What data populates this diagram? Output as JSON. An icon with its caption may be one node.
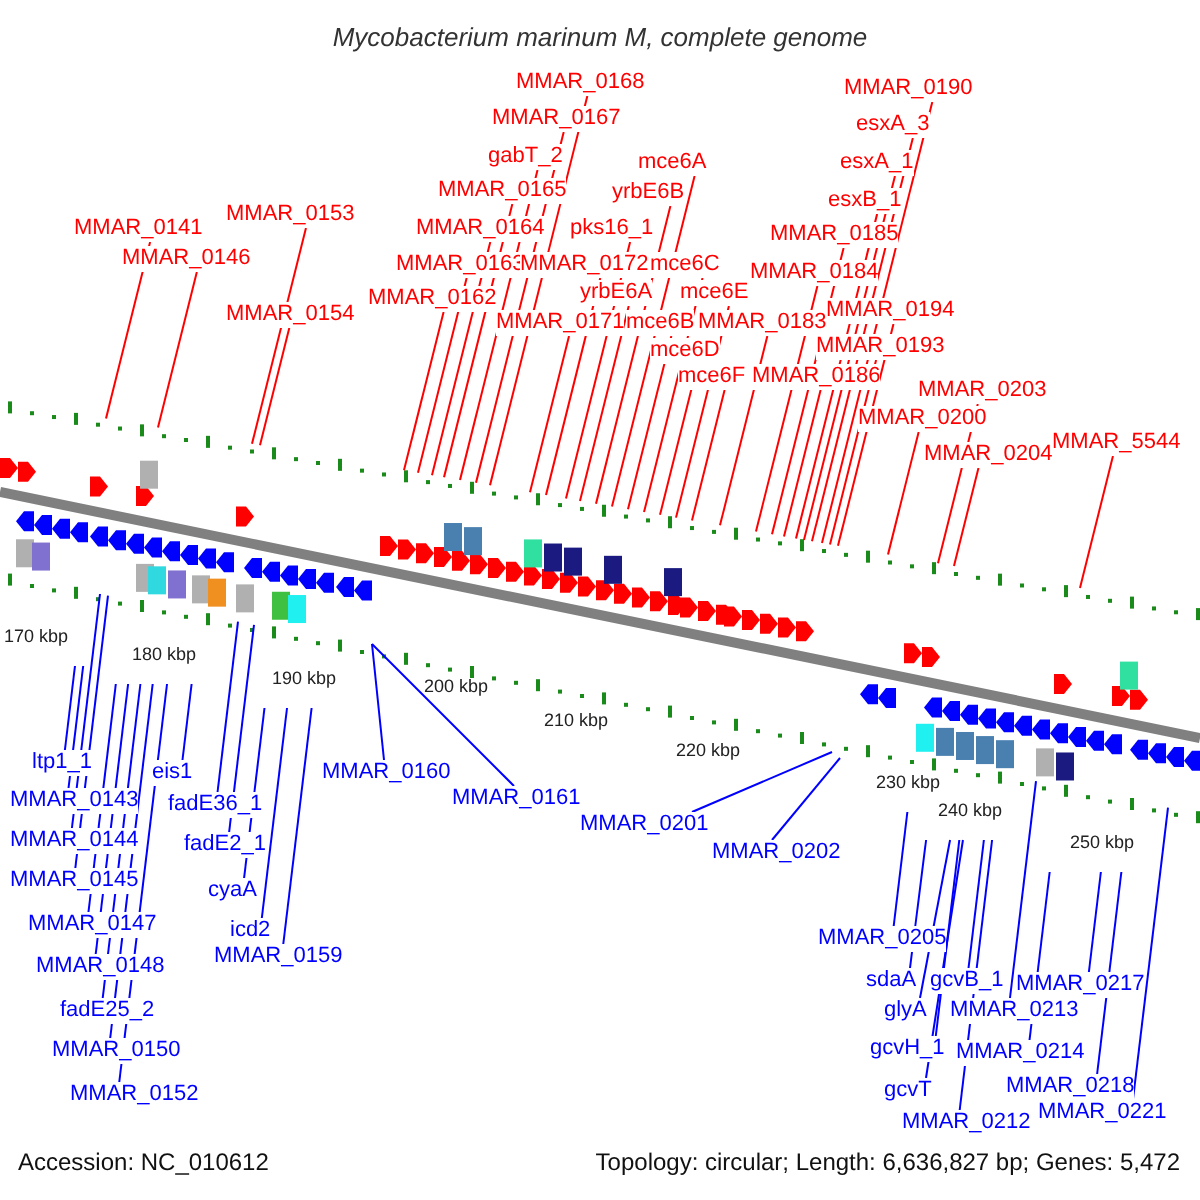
{
  "diagram": {
    "title": "Mycobacterium marinum M, complete genome",
    "nodes": [
      {
        "text": [
          "MMAR_0168"
        ]
      },
      {
        "text": [
          "MMAR_0190"
        ]
      },
      {
        "text": [
          "MMAR_0167"
        ]
      },
      {
        "text": [
          "esxA_3"
        ]
      },
      {
        "text": [
          "gabT_2"
        ]
      },
      {
        "text": [
          "mce6A"
        ]
      },
      {
        "text": [
          "esxA_1"
        ]
      },
      {
        "text": [
          "MMAR_0165"
        ]
      },
      {
        "text": [
          "yrbE6B"
        ]
      },
      {
        "text": [
          "esxB_1"
        ]
      },
      {
        "text": [
          "MMAR_0153"
        ]
      },
      {
        "text": [
          "MMAR_0141"
        ]
      },
      {
        "text": [
          "MMAR_0164"
        ]
      },
      {
        "text": [
          "pks16_1"
        ]
      },
      {
        "text": [
          "MMAR_0185"
        ]
      },
      {
        "text": [
          "MMAR_0146"
        ]
      },
      {
        "text": [
          "MMAR_0163"
        ]
      },
      {
        "text": [
          "MMAR_0172"
        ]
      },
      {
        "text": [
          "mce6C"
        ]
      },
      {
        "text": [
          "MMAR_0184"
        ]
      },
      {
        "text": [
          "yrbE6A"
        ]
      },
      {
        "text": [
          "mce6E"
        ]
      },
      {
        "text": [
          "MMAR_0162"
        ]
      },
      {
        "text": [
          "MMAR_0194"
        ]
      },
      {
        "text": [
          "MMAR_0154"
        ]
      },
      {
        "text": [
          "MMAR_0171"
        ]
      },
      {
        "text": [
          "mce6B"
        ]
      },
      {
        "text": [
          "MMAR_0183"
        ]
      },
      {
        "text": [
          "MMAR_0193"
        ]
      },
      {
        "text": [
          "mce6D"
        ]
      },
      {
        "text": [
          "mce6F"
        ]
      },
      {
        "text": [
          "MMAR_0186"
        ]
      },
      {
        "text": [
          "MMAR_0203"
        ]
      },
      {
        "text": [
          "MMAR_0200"
        ]
      },
      {
        "text": [
          "MMAR_5544"
        ]
      },
      {
        "text": [
          "MMAR_0204"
        ]
      },
      {
        "text": [
          "ltp1_1"
        ]
      },
      {
        "text": [
          "eis1"
        ]
      },
      {
        "text": [
          "MMAR_0160"
        ]
      },
      {
        "text": [
          "MMAR_0161"
        ]
      },
      {
        "text": [
          "MMAR_0143"
        ]
      },
      {
        "text": [
          "fadE36_1"
        ]
      },
      {
        "text": [
          "MMAR_0201"
        ]
      },
      {
        "text": [
          "MMAR_0144"
        ]
      },
      {
        "text": [
          "fadE2_1"
        ]
      },
      {
        "text": [
          "MMAR_0202"
        ]
      },
      {
        "text": [
          "MMAR_0145"
        ]
      },
      {
        "text": [
          "cyaA"
        ]
      },
      {
        "text": [
          "MMAR_0147"
        ]
      },
      {
        "text": [
          "icd2"
        ]
      },
      {
        "text": [
          "MMAR_0205"
        ]
      },
      {
        "text": [
          "MMAR_0159"
        ]
      },
      {
        "text": [
          "MMAR_0148"
        ]
      },
      {
        "text": [
          "sdaA"
        ]
      },
      {
        "text": [
          "gcvB_1"
        ]
      },
      {
        "text": [
          "MMAR_0217"
        ]
      },
      {
        "text": [
          "fadE25_2"
        ]
      },
      {
        "text": [
          "glyA"
        ]
      },
      {
        "text": [
          "MMAR_0213"
        ]
      },
      {
        "text": [
          "gcvH_1"
        ]
      },
      {
        "text": [
          "MMAR_0150"
        ]
      },
      {
        "text": [
          "MMAR_0214"
        ]
      },
      {
        "text": [
          "MMAR_0218"
        ]
      },
      {
        "text": [
          "gcvT"
        ]
      },
      {
        "text": [
          "MMAR_0152"
        ]
      },
      {
        "text": [
          "MMAR_0221"
        ]
      },
      {
        "text": [
          "MMAR_0212"
        ]
      }
    ],
    "edges": [
      {
        "from": 0,
        "to": null,
        "arrow": "none"
      },
      {
        "from": 1,
        "to": null,
        "arrow": "none"
      },
      {
        "from": 2,
        "to": null,
        "arrow": "none"
      },
      {
        "from": 3,
        "to": null,
        "arrow": "none"
      },
      {
        "from": 4,
        "to": null,
        "arrow": "none"
      },
      {
        "from": 5,
        "to": null,
        "arrow": "none"
      },
      {
        "from": 6,
        "to": null,
        "arrow": "none"
      },
      {
        "from": 7,
        "to": null,
        "arrow": "none"
      },
      {
        "from": 8,
        "to": null,
        "arrow": "none"
      },
      {
        "from": 9,
        "to": null,
        "arrow": "none"
      },
      {
        "from": 10,
        "to": null,
        "arrow": "none"
      },
      {
        "from": 11,
        "to": null,
        "arrow": "none"
      },
      {
        "from": 12,
        "to": null,
        "arrow": "none"
      },
      {
        "from": 13,
        "to": null,
        "arrow": "none"
      },
      {
        "from": 14,
        "to": null,
        "arrow": "none"
      },
      {
        "from": 15,
        "to": null,
        "arrow": "none"
      },
      {
        "from": 16,
        "to": null,
        "arrow": "none"
      },
      {
        "from": 17,
        "to": null,
        "arrow": "none"
      },
      {
        "from": 18,
        "to": null,
        "arrow": "none"
      },
      {
        "from": 19,
        "to": null,
        "arrow": "none"
      },
      {
        "from": 20,
        "to": null,
        "arrow": "none"
      },
      {
        "from": 21,
        "to": null,
        "arrow": "none"
      },
      {
        "from": 22,
        "to": null,
        "arrow": "none"
      },
      {
        "from": 23,
        "to": null,
        "arrow": "none"
      },
      {
        "from": 24,
        "to": null,
        "arrow": "none"
      },
      {
        "from": 25,
        "to": null,
        "arrow": "none"
      },
      {
        "from": 26,
        "to": null,
        "arrow": "none"
      },
      {
        "from": 27,
        "to": null,
        "arrow": "none"
      },
      {
        "from": 28,
        "to": null,
        "arrow": "none"
      },
      {
        "from": 29,
        "to": null,
        "arrow": "none"
      },
      {
        "from": 30,
        "to": null,
        "arrow": "none"
      },
      {
        "from": 31,
        "to": null,
        "arrow": "none"
      },
      {
        "from": 32,
        "to": null,
        "arrow": "none"
      },
      {
        "from": 33,
        "to": null,
        "arrow": "none"
      },
      {
        "from": 34,
        "to": null,
        "arrow": "none"
      },
      {
        "from": 35,
        "to": null,
        "arrow": "none"
      },
      {
        "from": 36,
        "to": null,
        "arrow": "none",
        "color": "#0000ff"
      },
      {
        "from": 37,
        "to": null,
        "arrow": "none",
        "color": "#0000ff"
      },
      {
        "from": 38,
        "to": null,
        "arrow": "none",
        "color": "#0000ff"
      },
      {
        "from": 39,
        "to": null,
        "arrow": "none",
        "color": "#0000ff"
      },
      {
        "from": 40,
        "to": null,
        "arrow": "none",
        "color": "#0000ff"
      },
      {
        "from": 41,
        "to": null,
        "arrow": "none",
        "color": "#0000ff"
      },
      {
        "from": 42,
        "to": null,
        "arrow": "none",
        "color": "#0000ff"
      },
      {
        "from": 43,
        "to": null,
        "arrow": "none",
        "color": "#0000ff"
      },
      {
        "from": 44,
        "to": null,
        "arrow": "none",
        "color": "#0000ff"
      },
      {
        "from": 45,
        "to": null,
        "arrow": "none",
        "color": "#0000ff"
      },
      {
        "from": 46,
        "to": null,
        "arrow": "none",
        "color": "#0000ff"
      },
      {
        "from": 47,
        "to": null,
        "arrow": "none",
        "color": "#0000ff"
      },
      {
        "from": 48,
        "to": null,
        "arrow": "none",
        "color": "#0000ff"
      },
      {
        "from": 49,
        "to": null,
        "arrow": "none",
        "color": "#0000ff"
      },
      {
        "from": 50,
        "to": null,
        "arrow": "none",
        "color": "#0000ff"
      },
      {
        "from": 51,
        "to": null,
        "arrow": "none",
        "color": "#0000ff"
      },
      {
        "from": 52,
        "to": null,
        "arrow": "none",
        "color": "#0000ff"
      },
      {
        "from": 53,
        "to": null,
        "arrow": "none",
        "color": "#0000ff"
      },
      {
        "from": 54,
        "to": null,
        "arrow": "none",
        "color": "#0000ff"
      },
      {
        "from": 55,
        "to": null,
        "arrow": "none",
        "color": "#0000ff"
      },
      {
        "from": 56,
        "to": null,
        "arrow": "none",
        "color": "#0000ff"
      },
      {
        "from": 57,
        "to": null,
        "arrow": "none",
        "color": "#0000ff"
      },
      {
        "from": 58,
        "to": null,
        "arrow": "none",
        "color": "#0000ff"
      },
      {
        "from": 59,
        "to": null,
        "arrow": "none",
        "color": "#0000ff"
      },
      {
        "from": 60,
        "to": null,
        "arrow": "none",
        "color": "#0000ff"
      },
      {
        "from": 61,
        "to": null,
        "arrow": "none",
        "color": "#0000ff"
      },
      {
        "from": 62,
        "to": null,
        "arrow": "none",
        "color": "#0000ff"
      },
      {
        "from": 63,
        "to": null,
        "arrow": "none",
        "color": "#0000ff"
      },
      {
        "from": 64,
        "to": null,
        "arrow": "none",
        "color": "#0000ff"
      },
      {
        "from": 65,
        "to": null,
        "arrow": "none",
        "color": "#0000ff"
      },
      {
        "from": 66,
        "to": null,
        "arrow": "none",
        "color": "#0000ff"
      }
    ],
    "labels": [
      "170 kbp",
      "180 kbp",
      "190 kbp",
      "200 kbp",
      "210 kbp",
      "220 kbp",
      "230 kbp",
      "240 kbp",
      "250 kbp",
      "Accession: NC_010612",
      "Topology: circular; Length: 6,636,827 bp; Genes: 5,472"
    ]
  }
}
